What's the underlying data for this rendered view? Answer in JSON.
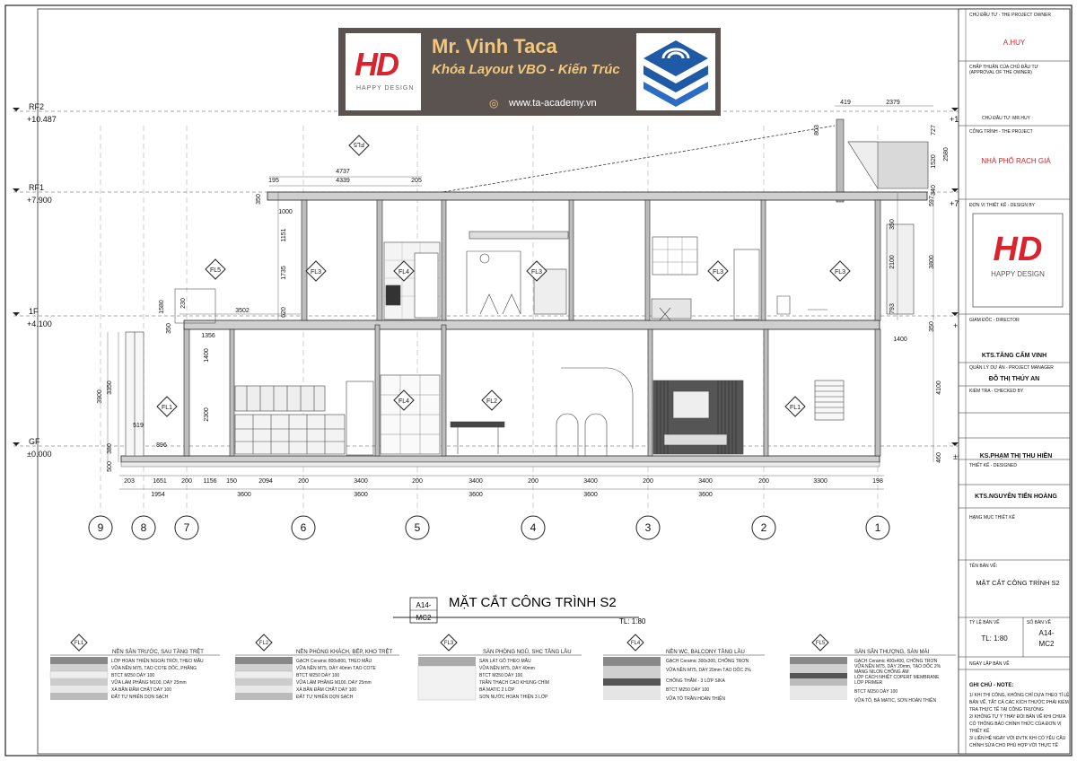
{
  "banner": {
    "title": "Mr. Vinh Taca",
    "subtitle": "Khóa Layout VBO - Kiến Trúc",
    "website": "www.ta-academy.vn",
    "logo_text": "HD",
    "logo_caption": "HAPPY DESIGN"
  },
  "levels": {
    "rf2": {
      "name": "RF2",
      "elev": "+10.487"
    },
    "rf1": {
      "name": "RF1",
      "elev": "+7.900"
    },
    "f1": {
      "name": "1F",
      "elev": "+4.100"
    },
    "gf": {
      "name": "GF",
      "elev": "±0.000"
    }
  },
  "top_dims": [
    "4737",
    "4339",
    "195",
    "205",
    "419",
    "2379",
    "803",
    "727",
    "1520",
    "2580",
    "340"
  ],
  "vertical_dims_left": [
    "350",
    "1000",
    "1151",
    "1735",
    "620",
    "1580",
    "230",
    "350",
    "1400",
    "2300",
    "3350",
    "3900",
    "519",
    "380",
    "500"
  ],
  "vertical_dims_right": [
    "350",
    "2100",
    "3800",
    "793",
    "350",
    "4100",
    "460",
    "1400",
    "597"
  ],
  "inline_dims": [
    "3502",
    "1356",
    "896"
  ],
  "bottom_dims_row1": [
    "203",
    "1651",
    "200",
    "1156",
    "150",
    "2094",
    "200",
    "3400",
    "200",
    "3400",
    "200",
    "3400",
    "200",
    "3400",
    "200",
    "3300",
    "198"
  ],
  "bottom_dims_row2": [
    "1954",
    "3600",
    "3600",
    "3600",
    "3600",
    "3600"
  ],
  "grids": [
    "9",
    "8",
    "7",
    "6",
    "5",
    "4",
    "3",
    "2",
    "1"
  ],
  "floor_tags": {
    "fl1": "FL1",
    "fl2": "FL2",
    "fl3": "FL3",
    "fl4": "FL4",
    "fl5": "FL5"
  },
  "section": {
    "sheet_code_a": "A14-",
    "sheet_code_b": "MC2",
    "title": "MẶT CẮT CÔNG TRÌNH S2",
    "scale": "TL: 1:80"
  },
  "legends": [
    {
      "tag": "FL1",
      "title": "NỀN SÂN TRƯỚC, SAU TẦNG TRỆT",
      "lines": [
        "LỚP HOÀN THIỆN NGOÀI TRỜI, THEO MẪU",
        "VỮA NỀN M75, TẠO COTE DỐC, PHẲNG",
        "BTCT M250 DÀY 100",
        "VỮA LÁM PHẲNG M100, DÀY 25mm",
        "XÀ BẦN ĐẦM CHẶT DÀY 100",
        "ĐẤT TỰ NHIÊN DỌN SẠCH"
      ]
    },
    {
      "tag": "FL2",
      "title": "NỀN PHÒNG KHÁCH, BẾP, KHO TRỆT",
      "lines": [
        "GẠCH Ceramic 800x800, THEO MẪU",
        "VỮA NỀN M75, DÀY 40mm TẠO COTE",
        "BTCT M250 DÀY 100",
        "VỮA LÁM PHẲNG M100, DÀY 25mm",
        "XÀ BẦN ĐẦM CHẶT DÀY 100",
        "ĐẤT TỰ NHIÊN DỌN SẠCH"
      ]
    },
    {
      "tag": "FL3",
      "title": "SÀN PHÒNG NGỦ, SHC TẦNG LẦU",
      "lines": [
        "SÀN LÁT GỖ THEO MẪU",
        "VỮA NỀN M75, DÀY 40mm",
        "BTCT M250 DÀY 100",
        "TRẦN THẠCH CAO KHUNG CHÌM",
        "BẢ MATIC 2 LỚP",
        "SƠN NƯỚC HOÀN THIỆN 3 LỚP"
      ]
    },
    {
      "tag": "FL4",
      "title": "NỀN WC, BALCONY TẦNG LẦU",
      "lines": [
        "GẠCH Ceramic 300x300, CHỐNG TRƠN",
        "VỮA NỀN M75, DÀY 20mm TẠO DỐC 2%",
        "CHỐNG THẤM - 3 LỚP SIKA",
        "BTCT M250 DÀY 100",
        "VỮA TÔ TRẦN HOÀN THIỆN"
      ]
    },
    {
      "tag": "FL5",
      "title": "SÀN SÂN THƯỢNG, SÀN MÁI",
      "lines": [
        "GẠCH Ceramic 400x400, CHỐNG TRƠN",
        "VỮA NỀN M75, DÀY 20mm, TẠO DỐC 2%",
        "MÀNG NILON CHỐNG ẨM",
        "LỚP CÁCH NHIỆT COPERT MEMBRANE",
        "LỚP PRIMER",
        "BTCT M250 DÀY 100",
        "VỮA TÔ, BẢ MATIC, SƠN HOÀN THIỆN"
      ]
    }
  ],
  "title_block": {
    "owner_label": "CHỦ ĐẦU TƯ - THE PROJECT OWNER",
    "owner_value": "A.HUY",
    "approval_label_1": "CHẤP THUẬN CỦA CHỦ ĐẦU TƯ",
    "approval_label_2": "(APPROVAL OF THE OWNER)",
    "owner_sign": "CHỦ ĐẦU TƯ: MR.HUY",
    "project_label": "CÔNG TRÌNH - THE PROJECT",
    "project_value": "NHÀ PHỐ RẠCH GIÁ",
    "designer_label": "ĐƠN VỊ THIẾT KẾ - DESIGN BY",
    "director_label": "GIÁM ĐỐC - DIRECTOR",
    "director_value": "KTS.TĂNG CẨM VINH",
    "pm_label": "QUẢN LÝ DỰ ÁN - PROJECT MANAGER",
    "pm_value": "ĐỖ THỊ THÚY AN",
    "checked_label": "KIỂM TRA - CHECKED BY",
    "checked_value": "KS.PHẠM THỊ THU HIỀN",
    "designed_label": "THIẾT KẾ - DESIGNED",
    "designed_value": "KTS.NGUYỄN TIẾN HOÀNG",
    "category_label": "HẠNG MỤC THIẾT KẾ",
    "drawing_label": "TÊN BẢN VẼ:",
    "drawing_value": "MẶT CẮT CÔNG TRÌNH S2",
    "scale_label": "TỶ LỆ BẢN VẼ",
    "scale_value": "TL: 1:80",
    "sheet_label": "SỐ BẢN VẼ",
    "sheet_value_a": "A14-",
    "sheet_value_b": "MC2",
    "date_label": "NGÀY LẬP BẢN VẼ",
    "notes_title": "GHI CHÚ - NOTE:",
    "notes": [
      "1/ KHI THI CÔNG, KHÔNG CHỈ DỰA THEO TỈ LỆ",
      "BẢN VẼ, TẤT CẢ CÁC KÍCH THƯỚC PHẢI KIỂM",
      "TRA THỰC TẾ TẠI CÔNG TRƯỜNG",
      "2/ KHÔNG TỰ Ý THAY ĐỔI BẢN VẼ KHI CHƯA",
      "CÓ THÔNG BÁO CHÍNH THỨC CỦA ĐƠN VỊ",
      "THIẾT KẾ",
      "3/ LIÊN HỆ NGAY VỚI ĐVTK KHI CÓ YÊU CẦU",
      "CHỈNH SỬA CHO PHÙ HỢP VỚI THỰC TẾ"
    ]
  }
}
